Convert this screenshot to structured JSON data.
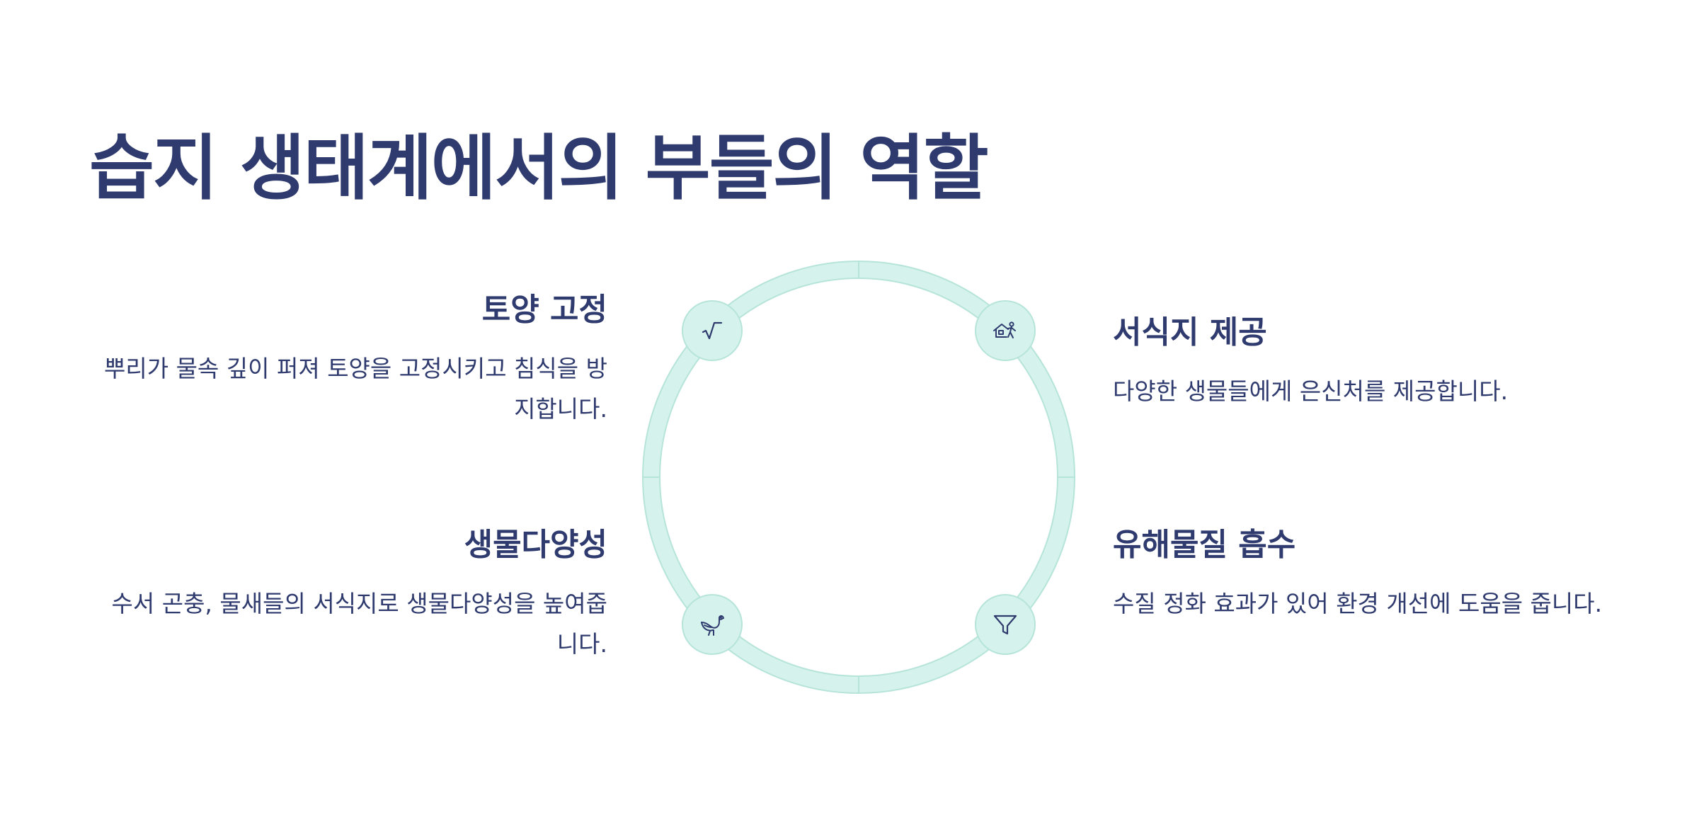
{
  "title": "습지 생태계에서의 부들의 역할",
  "colors": {
    "text": "#2f3b6e",
    "ring_fill": "#d5f3ec",
    "ring_stroke": "#b6e4d9"
  },
  "items": [
    {
      "heading": "토양 고정",
      "description": "뿌리가 물속 깊이 퍼져 토양을 고정시키고 침식을 방지합니다.",
      "icon": "square-root-icon",
      "position": "top-left"
    },
    {
      "heading": "서식지 제공",
      "description": "다양한 생물들에게 은신처를 제공합니다.",
      "icon": "house-with-person-icon",
      "position": "top-right"
    },
    {
      "heading": "생물다양성",
      "description": "수서 곤충, 물새들의 서식지로 생물다양성을 높여줍니다.",
      "icon": "bird-icon",
      "position": "bottom-left"
    },
    {
      "heading": "유해물질 흡수",
      "description": "수질 정화 효과가 있어 환경 개선에 도움을 줍니다.",
      "icon": "funnel-icon",
      "position": "bottom-right"
    }
  ]
}
